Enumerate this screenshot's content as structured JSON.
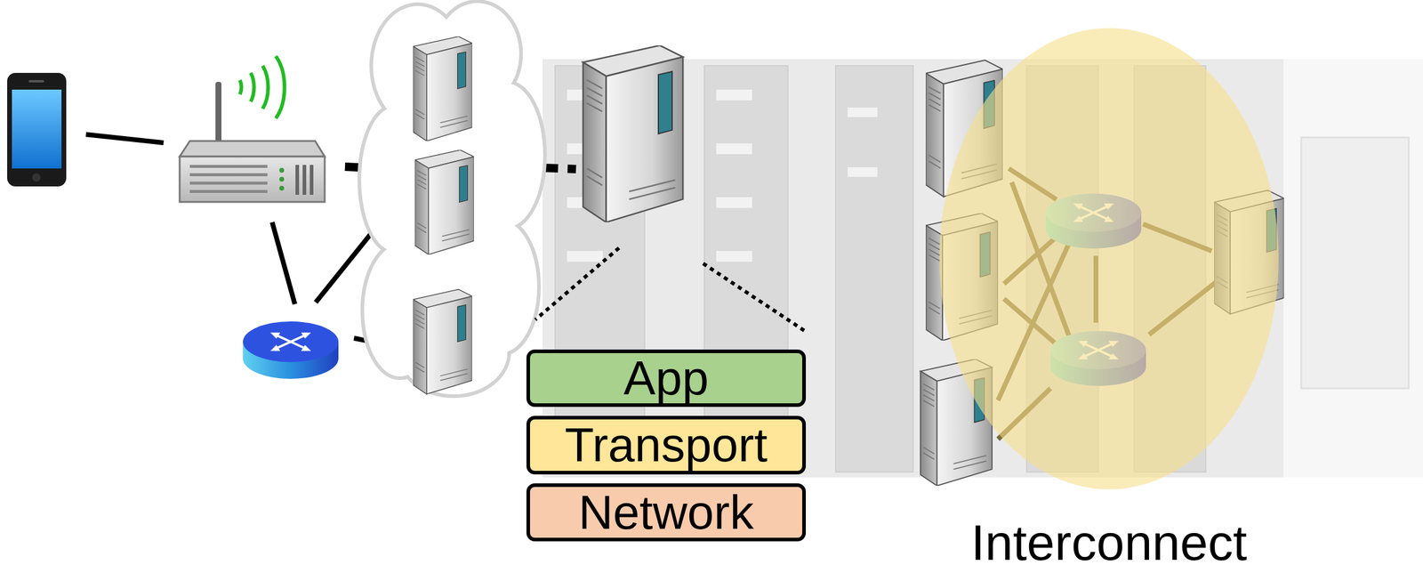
{
  "diagram": {
    "nodes": [
      {
        "text": [
          "App"
        ]
      },
      {
        "text": [
          "Transport"
        ]
      },
      {
        "text": [
          "Network"
        ]
      },
      {
        "text": [
          "Interconnect"
        ]
      }
    ]
  }
}
